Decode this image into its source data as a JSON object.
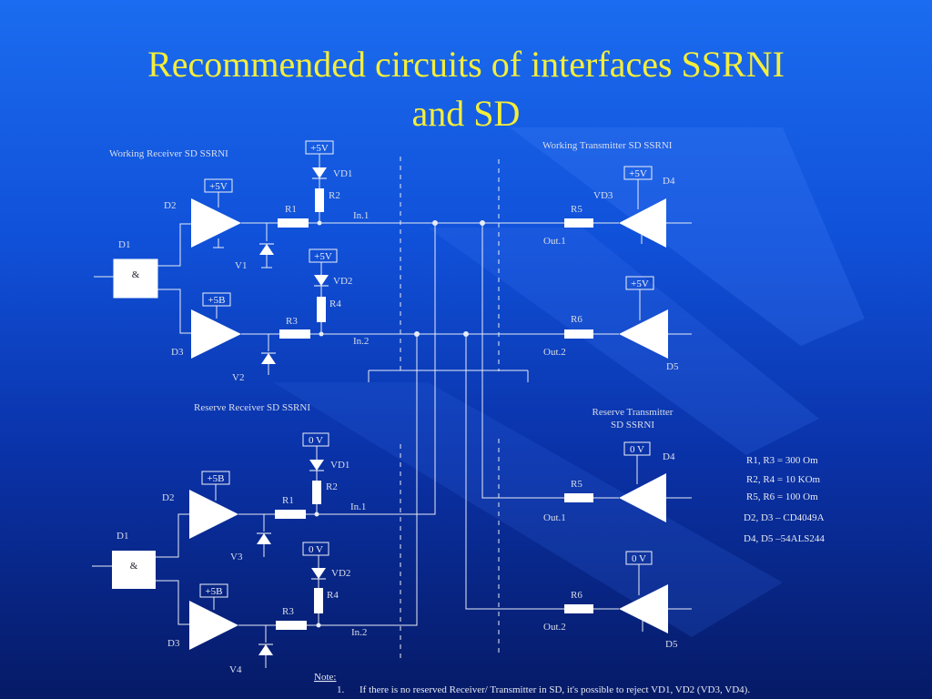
{
  "slide": {
    "title_line1": "Recommended circuits of interfaces SSRNI",
    "title_line2": "and SD"
  },
  "sections": {
    "working_receiver": "Working Receiver SD SSRNI",
    "working_transmitter": "Working Transmitter SD SSRNI",
    "reserve_receiver": "Reserve Receiver SD SSRNI",
    "reserve_transmitter_line1": "Reserve Transmitter",
    "reserve_transmitter_line2": "SD SSRNI"
  },
  "working_receiver": {
    "power_vd1": "+5V",
    "vd1": "VD1",
    "r2": "R2",
    "r1": "R1",
    "in1": "In.1",
    "d2": "D2",
    "power_d2": "+5V",
    "d1": "D1",
    "and_symbol": "&",
    "v1": "V1",
    "power_vd2": "+5V",
    "vd2": "VD2",
    "r4": "R4",
    "power_d3": "+5B",
    "r3": "R3",
    "in2": "In.2",
    "d3": "D3",
    "v2": "V2"
  },
  "working_transmitter": {
    "power_d4": "+5V",
    "d4": "D4",
    "vd3": "VD3",
    "r5": "R5",
    "out1": "Out.1",
    "power_d5": "+5V",
    "r6": "R6",
    "out2": "Out.2",
    "d5": "D5"
  },
  "reserve_receiver": {
    "power_vd1": "0 V",
    "vd1": "VD1",
    "r2": "R2",
    "power_d2": "+5B",
    "r1": "R1",
    "in1": "In.1",
    "d2": "D2",
    "d1": "D1",
    "and_symbol": "&",
    "v3": "V3",
    "power_vd2": "0 V",
    "vd2": "VD2",
    "r4": "R4",
    "power_d3": "+5B",
    "r3": "R3",
    "in2": "In.2",
    "d3": "D3",
    "v4": "V4"
  },
  "reserve_transmitter": {
    "power_d4": "0 V",
    "d4": "D4",
    "r5": "R5",
    "out1": "Out.1",
    "power_d5": "0 V",
    "r6": "R6",
    "out2": "Out.2",
    "d5": "D5"
  },
  "legend": {
    "line1": "R1, R3 = 300 Om",
    "line2": "R2, R4 = 10 KOm",
    "line3": "R5, R6 = 100 Om",
    "line4": "D2, D3 – CD4049A",
    "line5": "D4, D5 –54ALS244"
  },
  "note": {
    "heading": "Note:",
    "item_number": "1.",
    "item_text": "If there is no reserved Receiver/ Transmitter in SD, it's possible to reject VD1, VD2 (VD3, VD4)."
  },
  "colors": {
    "title": "#f4ee3a",
    "wire": "#e8ecf5",
    "background_top": "#1b6cf0",
    "background_bottom": "#061a66"
  }
}
